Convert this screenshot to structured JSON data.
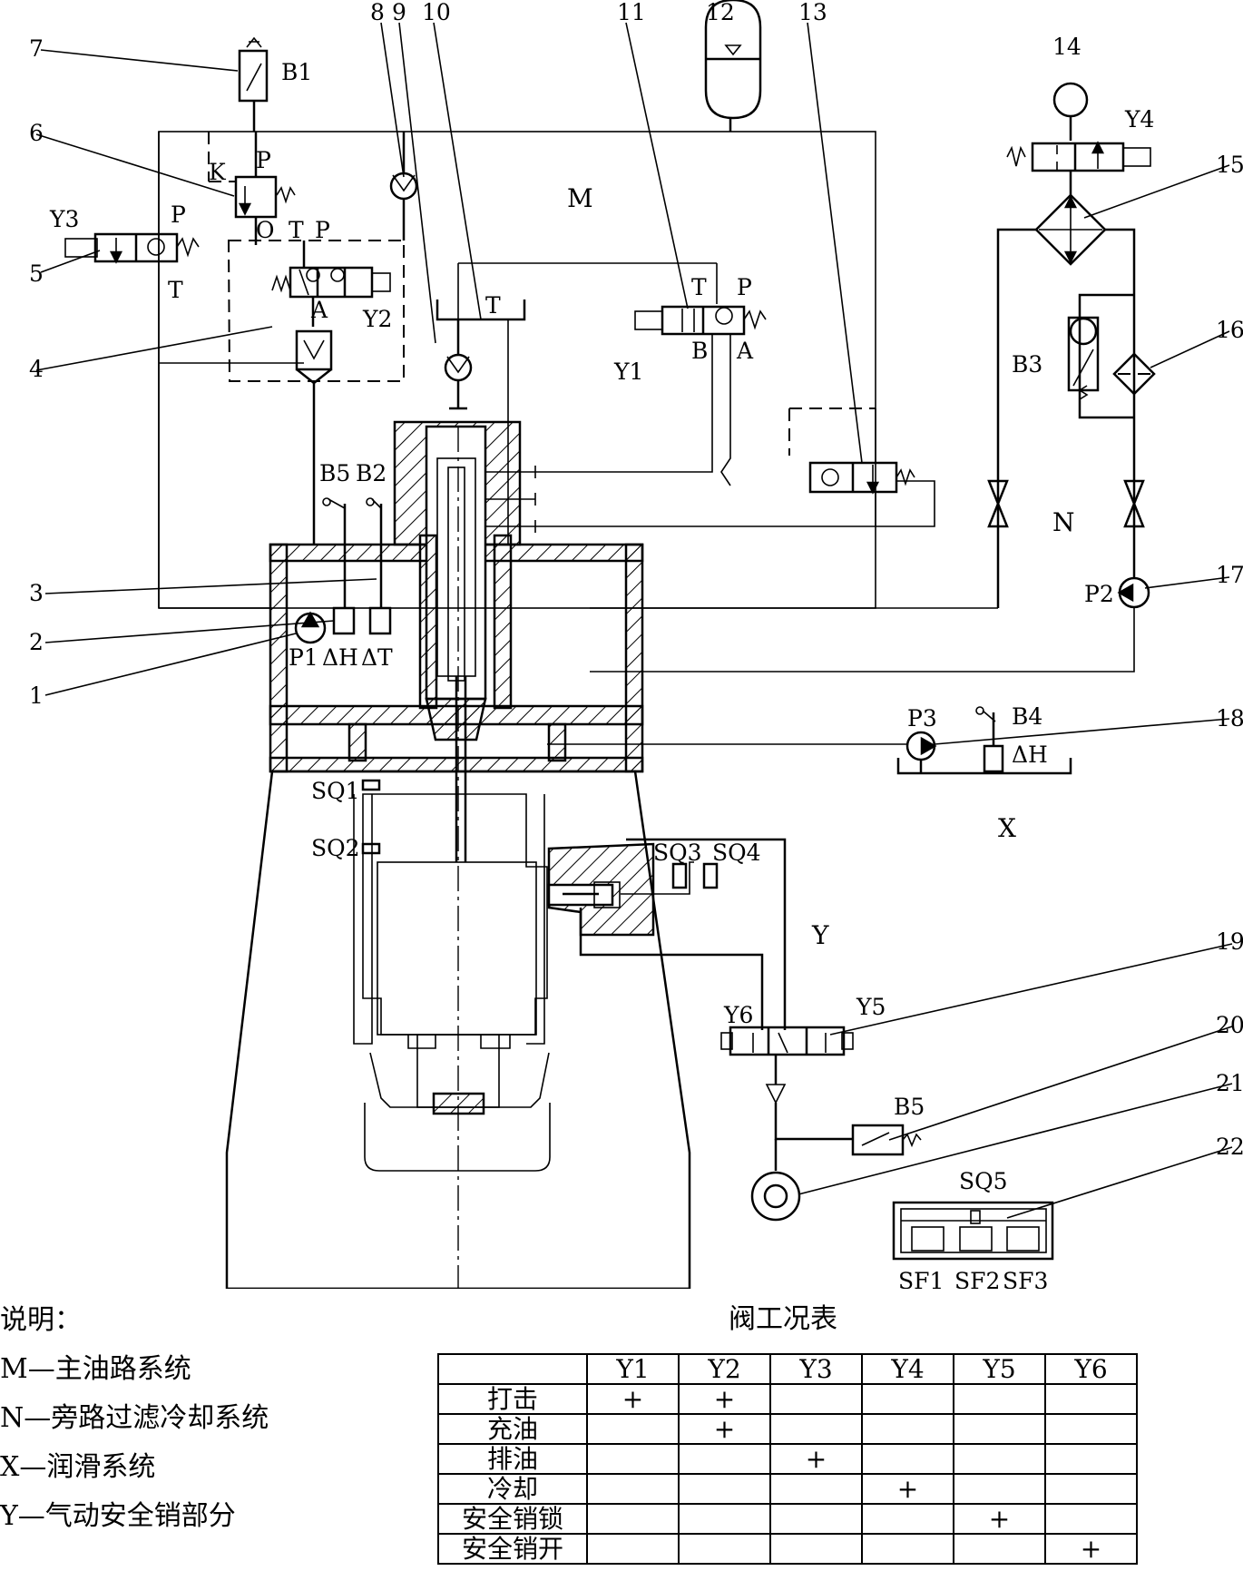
{
  "labels": {
    "n1": "1",
    "n2": "2",
    "n3": "3",
    "n4": "4",
    "n5": "5",
    "n6": "6",
    "n7": "7",
    "n8": "8",
    "n9": "9",
    "n10": "10",
    "n11": "11",
    "n12": "12",
    "n13": "13",
    "n14": "14",
    "n15": "15",
    "n16": "16",
    "n17": "17",
    "n18": "18",
    "n19": "19",
    "n20": "20",
    "n21": "21",
    "n22": "22",
    "B1": "B1",
    "B2": "B2",
    "B3": "B3",
    "B4": "B4",
    "B5a": "B5",
    "B5b": "B5",
    "Y1": "Y1",
    "Y2": "Y2",
    "Y3": "Y3",
    "Y4": "Y4",
    "Y5": "Y5",
    "Y6": "Y6",
    "P1": "P1",
    "P2": "P2",
    "P3": "P3",
    "M": "M",
    "N": "N",
    "X": "X",
    "Y": "Y",
    "K": "K",
    "P_a": "P",
    "P_b": "P",
    "P_c": "P",
    "P_d": "P",
    "O": "O",
    "T_a": "T",
    "T_b": "T",
    "T_c": "T",
    "T_d": "T",
    "A_a": "A",
    "A_b": "A",
    "B_a": "B",
    "dH1": "ΔH",
    "dT": "ΔT",
    "dH2": "ΔH",
    "SQ1": "SQ1",
    "SQ2": "SQ2",
    "SQ3": "SQ3",
    "SQ4": "SQ4",
    "SQ5": "SQ5",
    "SF1": "SF1",
    "SF2": "SF2",
    "SF3": "SF3"
  },
  "notes": {
    "heading": "说明：",
    "items": [
      "M—主油路系统",
      "N—旁路过滤冷却系统",
      "X—润滑系统",
      "Y—气动安全销部分"
    ]
  },
  "valve_table": {
    "title": "阀工况表",
    "columns": [
      "Y1",
      "Y2",
      "Y3",
      "Y4",
      "Y5",
      "Y6"
    ],
    "rows": [
      {
        "name": "打击",
        "cells": [
          "+",
          "+",
          "",
          "",
          "",
          ""
        ]
      },
      {
        "name": "充油",
        "cells": [
          "",
          "+",
          "",
          "",
          "",
          ""
        ]
      },
      {
        "name": "排油",
        "cells": [
          "",
          "",
          "+",
          "",
          "",
          ""
        ]
      },
      {
        "name": "冷却",
        "cells": [
          "",
          "",
          "",
          "+",
          "",
          ""
        ]
      },
      {
        "name": "安全销锁",
        "cells": [
          "",
          "",
          "",
          "",
          "+",
          ""
        ]
      },
      {
        "name": "安全销开",
        "cells": [
          "",
          "",
          "",
          "",
          "",
          "+"
        ]
      }
    ]
  }
}
